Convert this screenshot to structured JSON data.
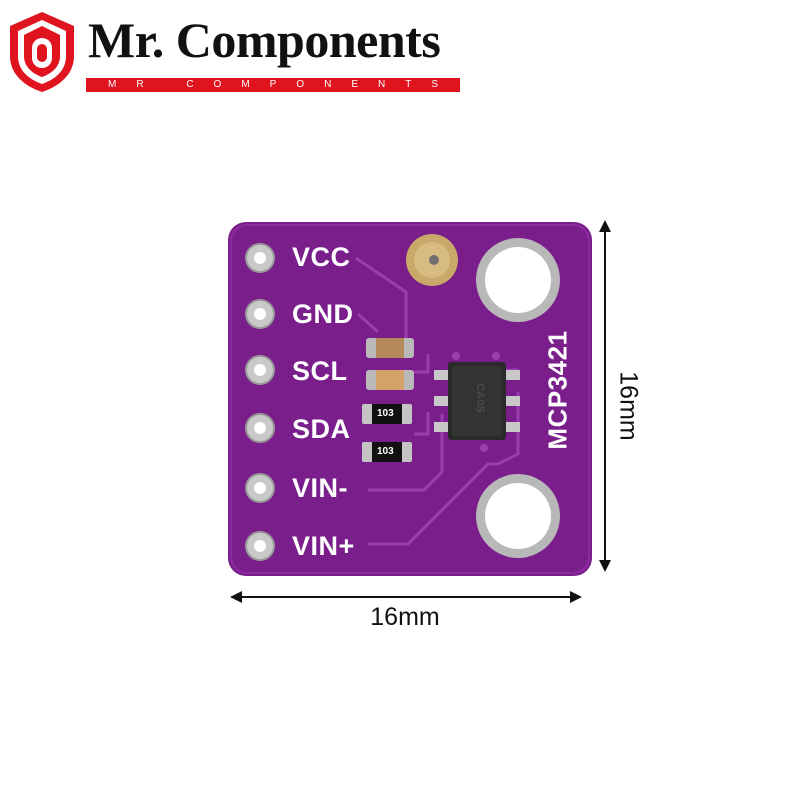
{
  "brand": {
    "name": "Mr. Components",
    "tagline": "MR COMPONENTS",
    "accent_color": "#e0141e"
  },
  "board": {
    "title": "MCP3421",
    "pcb_color": "#7a1e8c",
    "pins": [
      "VCC",
      "GND",
      "SCL",
      "SDA",
      "VIN-",
      "VIN+"
    ],
    "resistor_codes": [
      "103",
      "103"
    ],
    "chip_marking": "CA0S"
  },
  "dimensions": {
    "width": "16mm",
    "height": "16mm"
  }
}
